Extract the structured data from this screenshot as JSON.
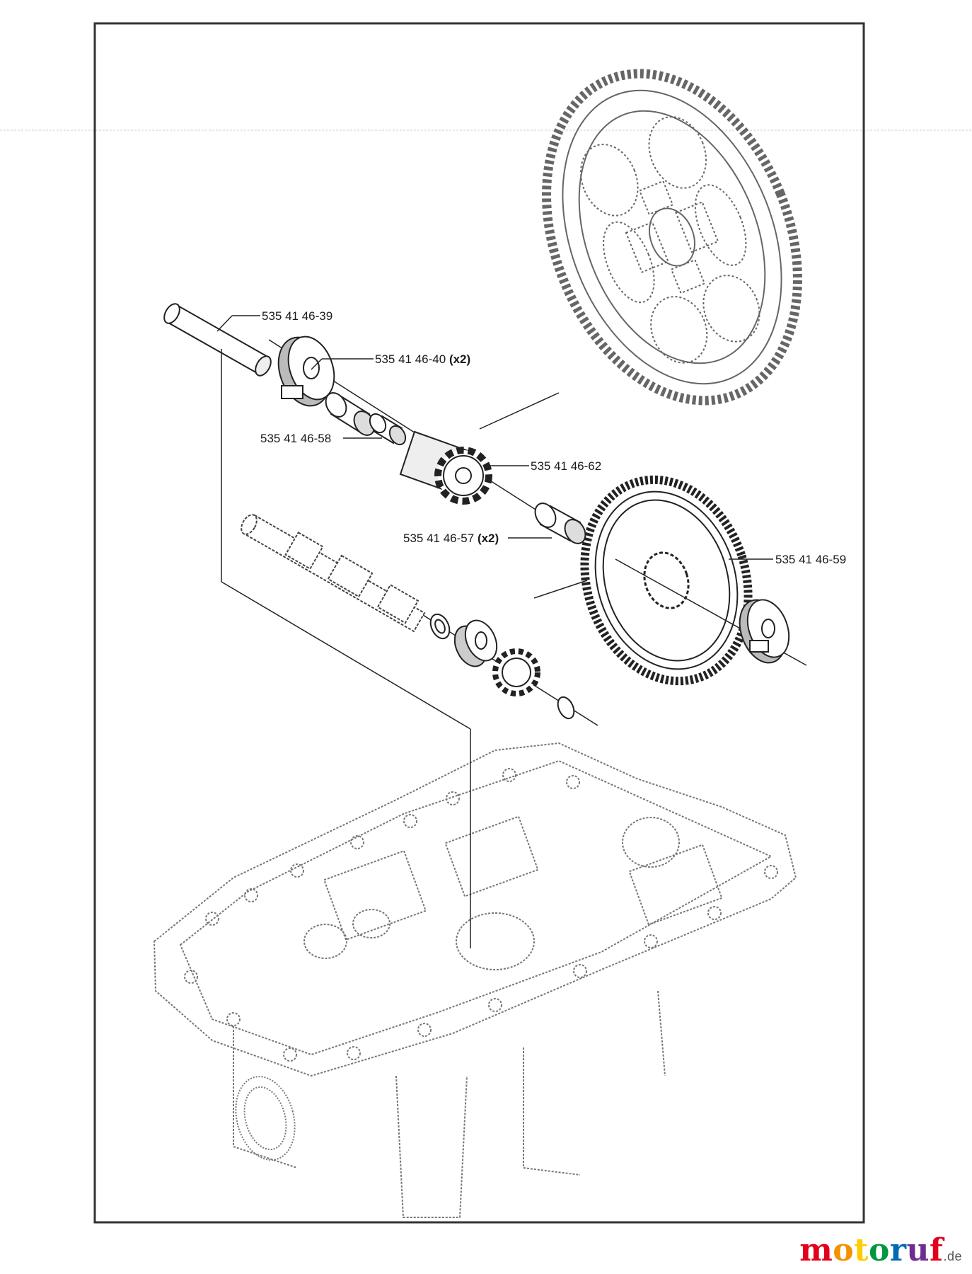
{
  "parts": [
    {
      "id": "p39",
      "number": "535 41 46-39",
      "qty": ""
    },
    {
      "id": "p40",
      "number": "535 41 46-40",
      "qty": "(x2)"
    },
    {
      "id": "p58",
      "number": "535 41 46-58",
      "qty": ""
    },
    {
      "id": "p62",
      "number": "535 41 46-62",
      "qty": ""
    },
    {
      "id": "p57",
      "number": "535 41 46-57",
      "qty": "(x2)"
    },
    {
      "id": "p59",
      "number": "535 41 46-59",
      "qty": ""
    }
  ],
  "watermark": {
    "letters": [
      "m",
      "o",
      "t",
      "o",
      "r",
      "u",
      "f"
    ],
    "suffix": ".de",
    "colors": [
      "#e2001a",
      "#f39200",
      "#ffcc00",
      "#009640",
      "#0069b4",
      "#6f2c91",
      "#e2001a"
    ]
  }
}
